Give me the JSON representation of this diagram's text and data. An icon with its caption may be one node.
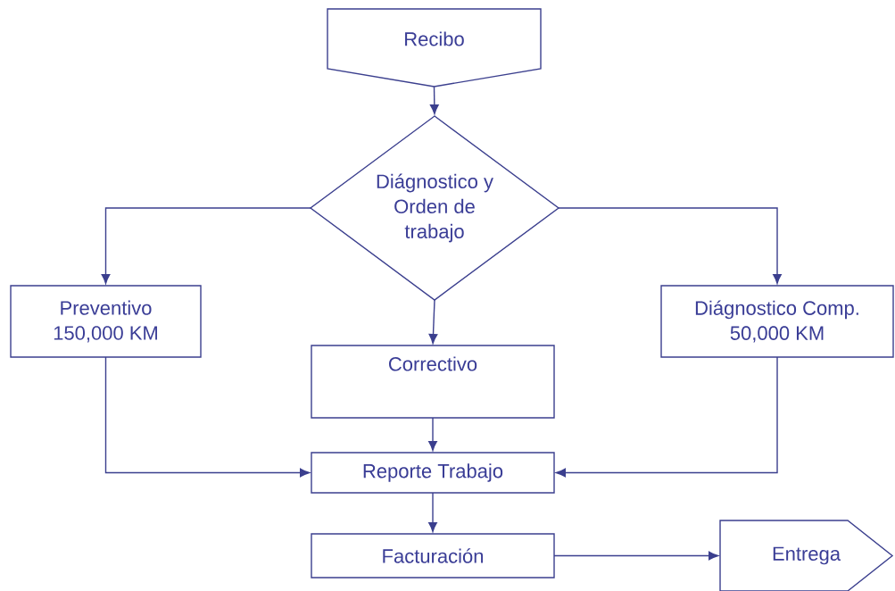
{
  "diagram": {
    "nodes": [
      {
        "text": [
          "Recibo"
        ]
      },
      {
        "text": [
          "Diágnostico y Orden de trabajo"
        ]
      },
      {
        "text": [
          "Preventivo 150,000 KM"
        ]
      },
      {
        "text": [
          "Diágnostico Comp. 50,000 KM"
        ]
      },
      {
        "text": [
          "Correctivo"
        ]
      },
      {
        "text": [
          "Reporte Trabajo"
        ]
      },
      {
        "text": [
          "Facturación"
        ]
      },
      {
        "text": [
          "Entrega"
        ]
      }
    ],
    "edges": [
      {
        "from": 0,
        "to": 1,
        "arrow": "to"
      },
      {
        "from": 1,
        "to": 2,
        "arrow": "to"
      },
      {
        "from": 1,
        "to": 3,
        "arrow": "to"
      },
      {
        "from": 1,
        "to": 4,
        "arrow": "to"
      },
      {
        "from": 2,
        "to": 5,
        "arrow": "to"
      },
      {
        "from": 4,
        "to": 5,
        "arrow": "to"
      },
      {
        "from": 3,
        "to": 5,
        "arrow": "to"
      },
      {
        "from": 5,
        "to": 6,
        "arrow": "to"
      },
      {
        "from": 6,
        "to": 7,
        "arrow": "to"
      }
    ]
  }
}
